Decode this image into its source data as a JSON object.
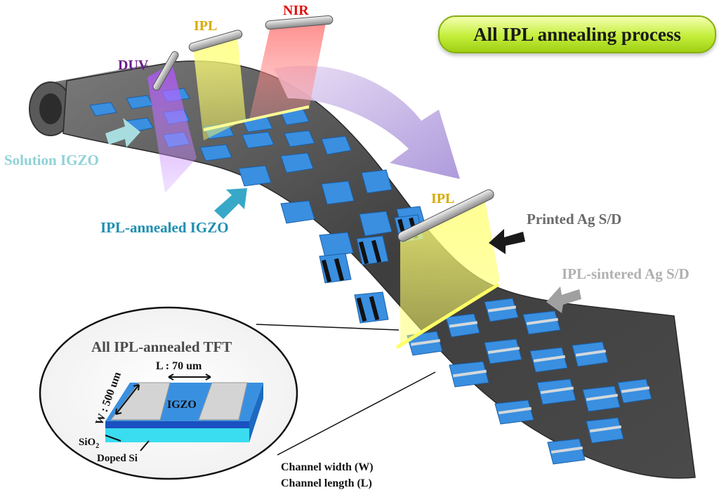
{
  "title": "All IPL annealing process",
  "lamps": {
    "duv": "DUV",
    "ipl_top": "IPL",
    "nir": "NIR",
    "ipl_right": "IPL"
  },
  "callouts": {
    "solution_igzo": "Solution IGZO",
    "ipl_annealed_igzo": "IPL-annealed IGZO",
    "printed_ag": "Printed Ag S/D",
    "ipl_sintered_ag": "IPL-sintered Ag S/D"
  },
  "inset": {
    "title": "All IPL-annealed TFT",
    "length": "L : 70 um",
    "width": "W : 500 um",
    "channel": "IGZO",
    "sio2_base": "SiO",
    "sio2_sub": "2",
    "doped_si": "Doped Si"
  },
  "legend": {
    "w": "Channel width (W)",
    "l": "Channel length (L)"
  },
  "colors": {
    "igzo": "#3a8fe0",
    "pill": "#b8e830",
    "ipl_light": "#ffff66",
    "nir_light": "#ff8888",
    "duv_light": "#c078ff"
  }
}
